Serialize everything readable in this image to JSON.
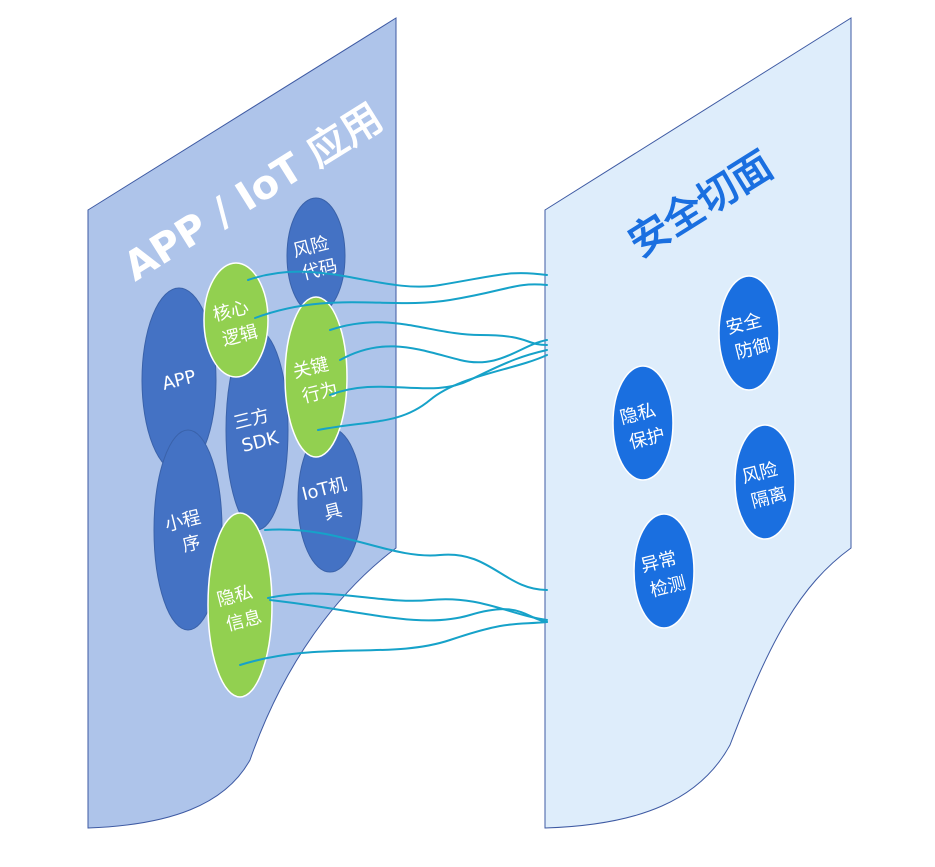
{
  "panels": {
    "left": {
      "title": "APP / IoT 应用"
    },
    "right": {
      "title": "安全切面"
    }
  },
  "nodes": {
    "app": {
      "lines": [
        "APP"
      ]
    },
    "mini_program": {
      "lines": [
        "小程",
        "序"
      ]
    },
    "third_sdk": {
      "lines": [
        "三方",
        "SDK"
      ]
    },
    "iot_device": {
      "lines": [
        "IoT机",
        "具"
      ]
    },
    "risk_code": {
      "lines": [
        "风险",
        "代码"
      ]
    },
    "core_logic": {
      "lines": [
        "核心",
        "逻辑"
      ]
    },
    "key_behavior": {
      "lines": [
        "关键",
        "行为"
      ]
    },
    "private_info": {
      "lines": [
        "隐私",
        "信息"
      ]
    },
    "security_defense": {
      "lines": [
        "安全",
        "防御"
      ]
    },
    "privacy_protect": {
      "lines": [
        "隐私",
        "保护"
      ]
    },
    "risk_isolation": {
      "lines": [
        "风险",
        "隔离"
      ]
    },
    "anomaly_detect": {
      "lines": [
        "异常",
        "检测"
      ]
    }
  },
  "colors": {
    "left_panel": "#aec4ea",
    "right_panel": "#deedfb",
    "panel_stroke": "#3e5aa3",
    "blue_node": "#4472c4",
    "green_node": "#92d050",
    "right_node": "#1a6fe0",
    "connector": "#16a2c9"
  }
}
